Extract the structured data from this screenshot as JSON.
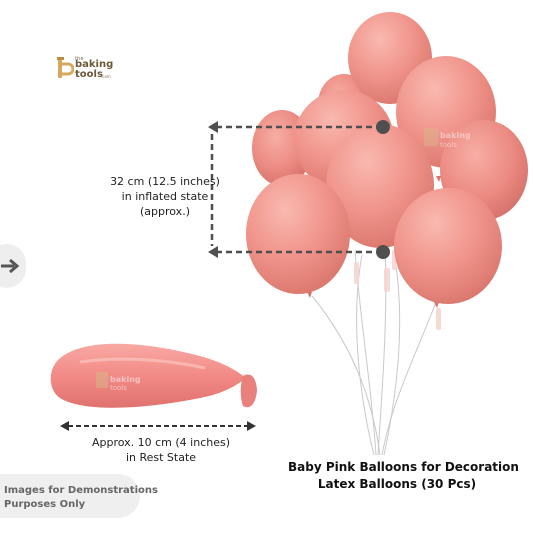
{
  "logo": {
    "small": "the",
    "line1": "baking",
    "line2": "tools",
    "domain": ".com"
  },
  "watermark": {
    "line1": "baking",
    "line2": "tools"
  },
  "dimension_inflated": {
    "line1": "32 cm (12.5 inches)",
    "line2": "in inflated state",
    "line3": "(approx.)"
  },
  "dimension_rest": {
    "line1": "Approx. 10 cm (4 inches)",
    "line2": "in Rest State"
  },
  "product_title": {
    "line1": "Baby Pink Balloons for Decoration",
    "line2": "Latex Balloons (30 Pcs)"
  },
  "disclaimer": {
    "line1": "Images for Demonstrations",
    "line2": "Purposes Only"
  },
  "nav": {
    "icon": "arrow-right-icon"
  },
  "colors": {
    "balloon": "#f0938a",
    "balloon_dark": "#e07d74",
    "balloon_light": "#f7b2aa",
    "brand": "#6b5a3a",
    "guide": "#555555"
  }
}
